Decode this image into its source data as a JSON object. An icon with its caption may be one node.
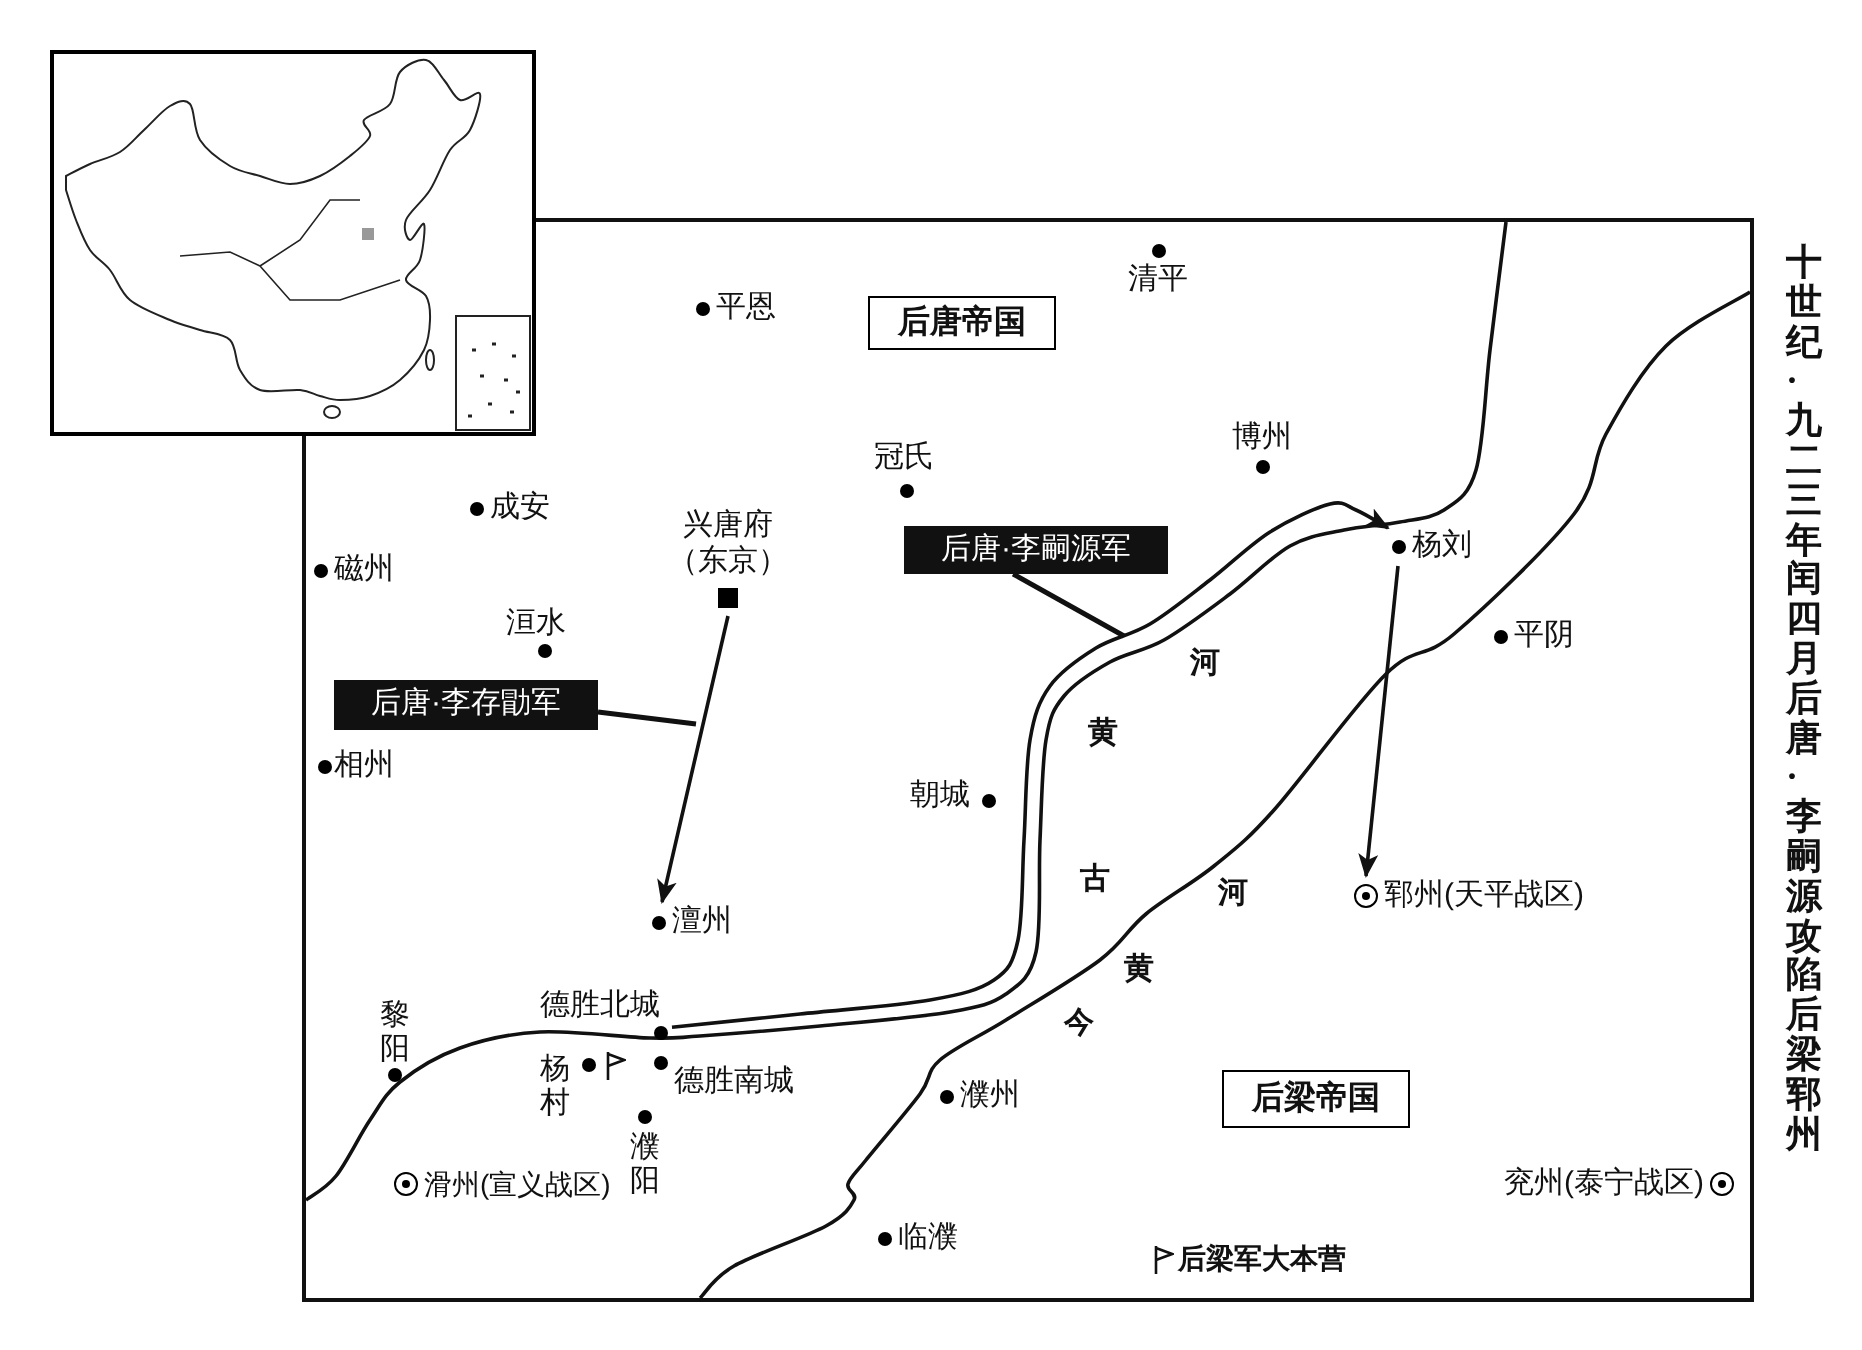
{
  "diagram": {
    "title": "十世纪·九二三年闰四月后唐·李嗣源攻陷后梁郓州",
    "nodes": [
      {
        "text": [
          "后唐帝国"
        ]
      },
      {
        "text": [
          "兴唐府（东京）"
        ]
      },
      {
        "text": [
          "后唐·李嗣源军"
        ]
      },
      {
        "text": [
          "后唐·李存勖军"
        ]
      },
      {
        "text": [
          "杨刘"
        ]
      },
      {
        "text": [
          "澶州"
        ]
      },
      {
        "text": [
          "德胜北城"
        ]
      },
      {
        "text": [
          "郓州(天平战区)"
        ]
      },
      {
        "text": [
          "后梁帝国"
        ]
      },
      {
        "text": [
          "滑州(宣义战区)"
        ]
      },
      {
        "text": [
          "兖州(泰宁战区)"
        ]
      }
    ],
    "edges": [
      {
        "from": 1,
        "to": 5,
        "arrow": "to"
      },
      {
        "from": 6,
        "to": 4,
        "arrow": "to"
      },
      {
        "from": 4,
        "to": 7,
        "arrow": "to"
      },
      {
        "from": 2,
        "to": null,
        "arrow": "none"
      },
      {
        "from": 3,
        "to": null,
        "arrow": "none"
      }
    ],
    "labels": [
      "平恩",
      "清平",
      "冠氏",
      "博州",
      "成安",
      "磁州",
      "洹水",
      "平阴",
      "相州",
      "朝城",
      "古",
      "黄",
      "河",
      "今",
      "黄",
      "河",
      "黎阳",
      "杨村",
      "德胜南城",
      "濮阳",
      "濮州",
      "临濮"
    ],
    "legend": [
      {
        "text": "后梁军大本营"
      }
    ]
  }
}
